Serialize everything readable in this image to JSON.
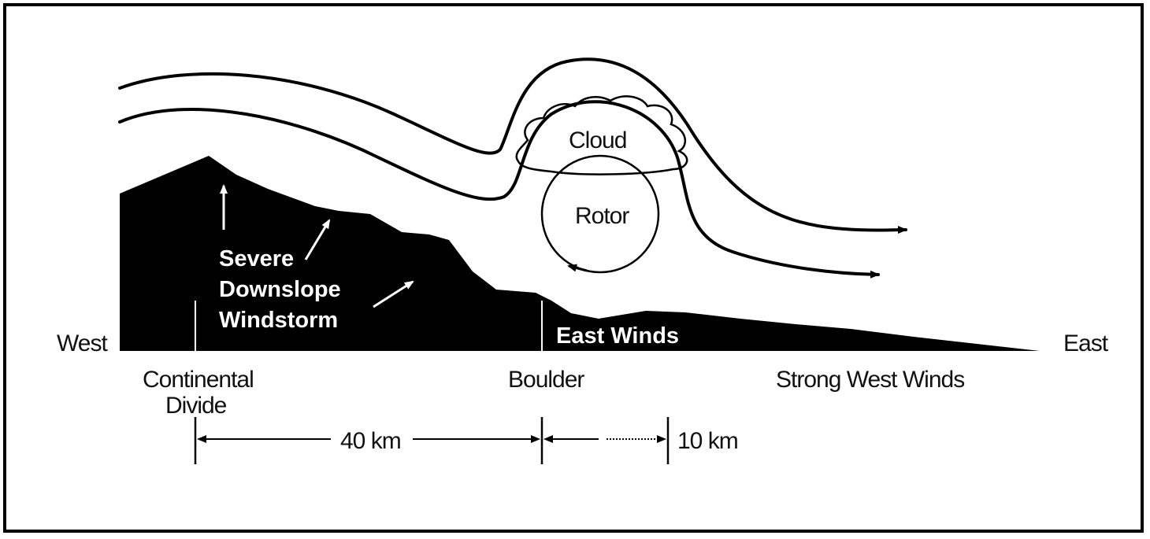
{
  "diagram": {
    "labels": {
      "west": "West",
      "east": "East",
      "continental_divide_line1": "Continental",
      "continental_divide_line2": "Divide",
      "boulder": "Boulder",
      "strong_west_winds": "Strong West Winds",
      "east_winds": "East Winds",
      "cloud": "Cloud",
      "rotor": "Rotor",
      "windstorm_line1": "Severe",
      "windstorm_line2": "Downslope",
      "windstorm_line3": "Windstorm",
      "distance_40": "40 km",
      "distance_10": "10 km"
    },
    "colors": {
      "terrain": "#000000",
      "background": "#ffffff",
      "border": "#000000"
    }
  }
}
